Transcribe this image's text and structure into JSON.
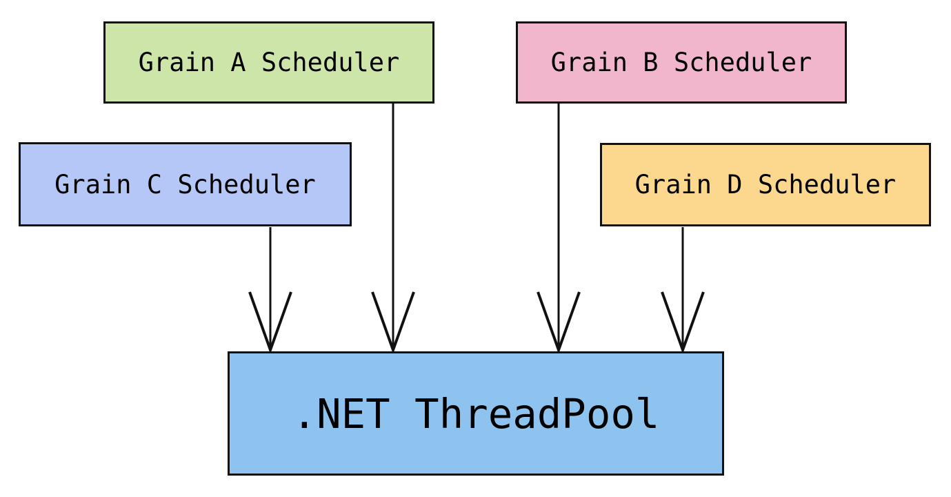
{
  "diagram": {
    "background_color": "#ffffff",
    "border_color": "#111111",
    "text_color": "#000000",
    "arrow_color": "#111111",
    "nodes": [
      {
        "id": "grain-a-scheduler",
        "label": "Grain A Scheduler",
        "fill": "#cde5a9"
      },
      {
        "id": "grain-b-scheduler",
        "label": "Grain B Scheduler",
        "fill": "#f1b6cb"
      },
      {
        "id": "grain-c-scheduler",
        "label": "Grain C Scheduler",
        "fill": "#b5c7f7"
      },
      {
        "id": "grain-d-scheduler",
        "label": "Grain D Scheduler",
        "fill": "#fbd88e"
      },
      {
        "id": "dotnet-threadpool",
        "label": ".NET ThreadPool",
        "fill": "#8fc3ef"
      }
    ],
    "edges": [
      {
        "from": "grain-a-scheduler",
        "to": "dotnet-threadpool",
        "arrowhead": "open-v"
      },
      {
        "from": "grain-b-scheduler",
        "to": "dotnet-threadpool",
        "arrowhead": "open-v"
      },
      {
        "from": "grain-c-scheduler",
        "to": "dotnet-threadpool",
        "arrowhead": "open-v"
      },
      {
        "from": "grain-d-scheduler",
        "to": "dotnet-threadpool",
        "arrowhead": "open-v"
      }
    ]
  }
}
